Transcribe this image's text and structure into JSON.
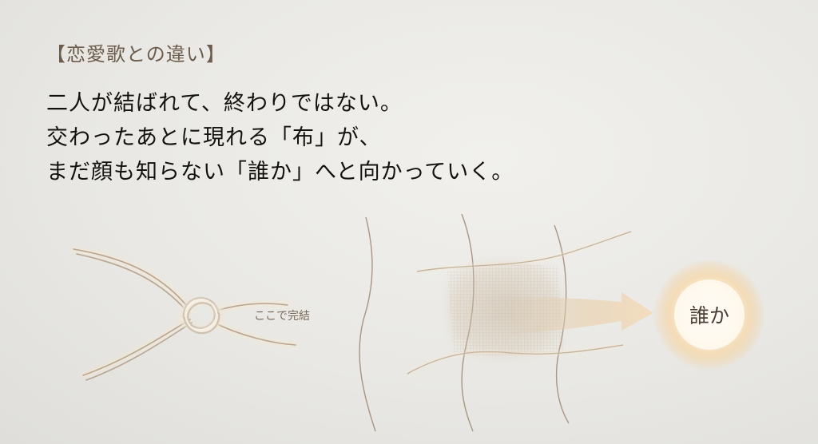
{
  "heading": "【恋愛歌との違い】",
  "lines": [
    "二人が結ばれて、終わりではない。",
    "交わったあとに現れる「布」が、",
    "まだ顔も知らない「誰か」へと向かっていく。"
  ],
  "knot_label": "ここで完結",
  "target_label": "誰か",
  "colors": {
    "heading": "#6b5c4c",
    "text": "#141210",
    "thread": "#b8a590",
    "glow": "#f3c98a",
    "arrow": "#e8c79c"
  }
}
